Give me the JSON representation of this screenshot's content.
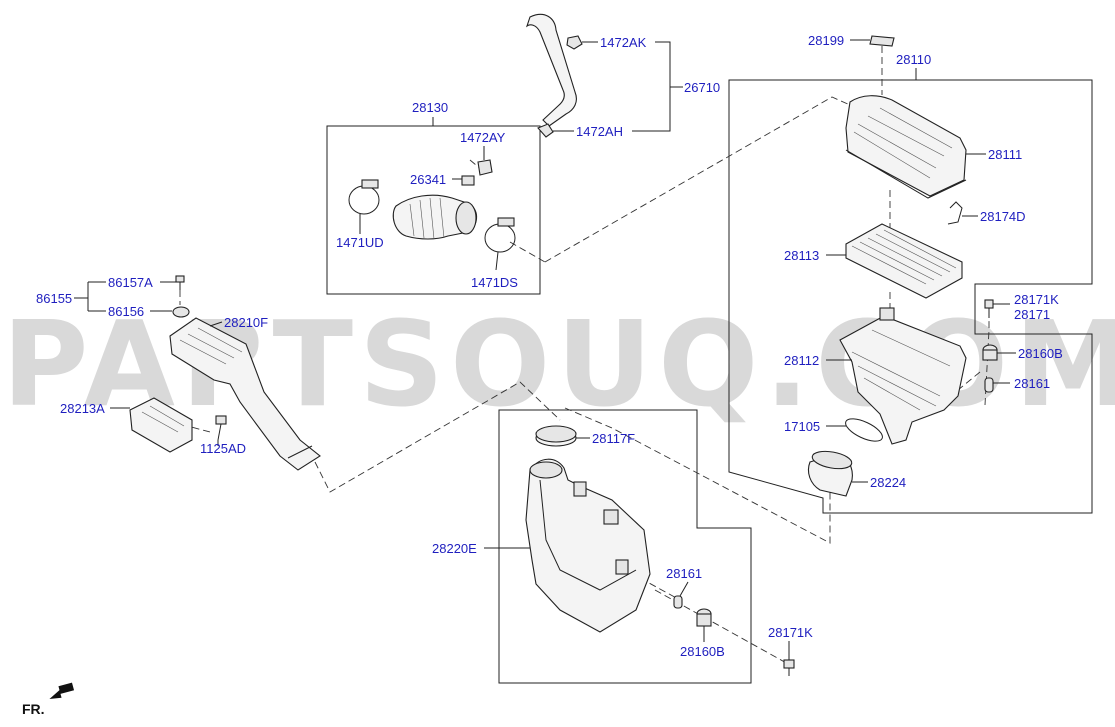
{
  "watermark": "PARTSOUQ.COM",
  "direction_label": "FR.",
  "labels": {
    "l1472ak": "1472AK",
    "l26710": "26710",
    "l1472ah": "1472AH",
    "l28130": "28130",
    "l1472ay": "1472AY",
    "l26341": "26341",
    "l1471ud": "1471UD",
    "l1471ds": "1471DS",
    "l86157a": "86157A",
    "l86155": "86155",
    "l86156": "86156",
    "l28210f": "28210F",
    "l28213a": "28213A",
    "l1125ad": "1125AD",
    "l28199": "28199",
    "l28110": "28110",
    "l28111": "28111",
    "l28174d": "28174D",
    "l28113": "28113",
    "l28171k_a": "28171K",
    "l28171": "28171",
    "l28160b_a": "28160B",
    "l28112": "28112",
    "l28161_a": "28161",
    "l17105": "17105",
    "l28224": "28224",
    "l28117f": "28117F",
    "l28220e": "28220E",
    "l28161_b": "28161",
    "l28160b_b": "28160B",
    "l28171k_b": "28171K"
  }
}
